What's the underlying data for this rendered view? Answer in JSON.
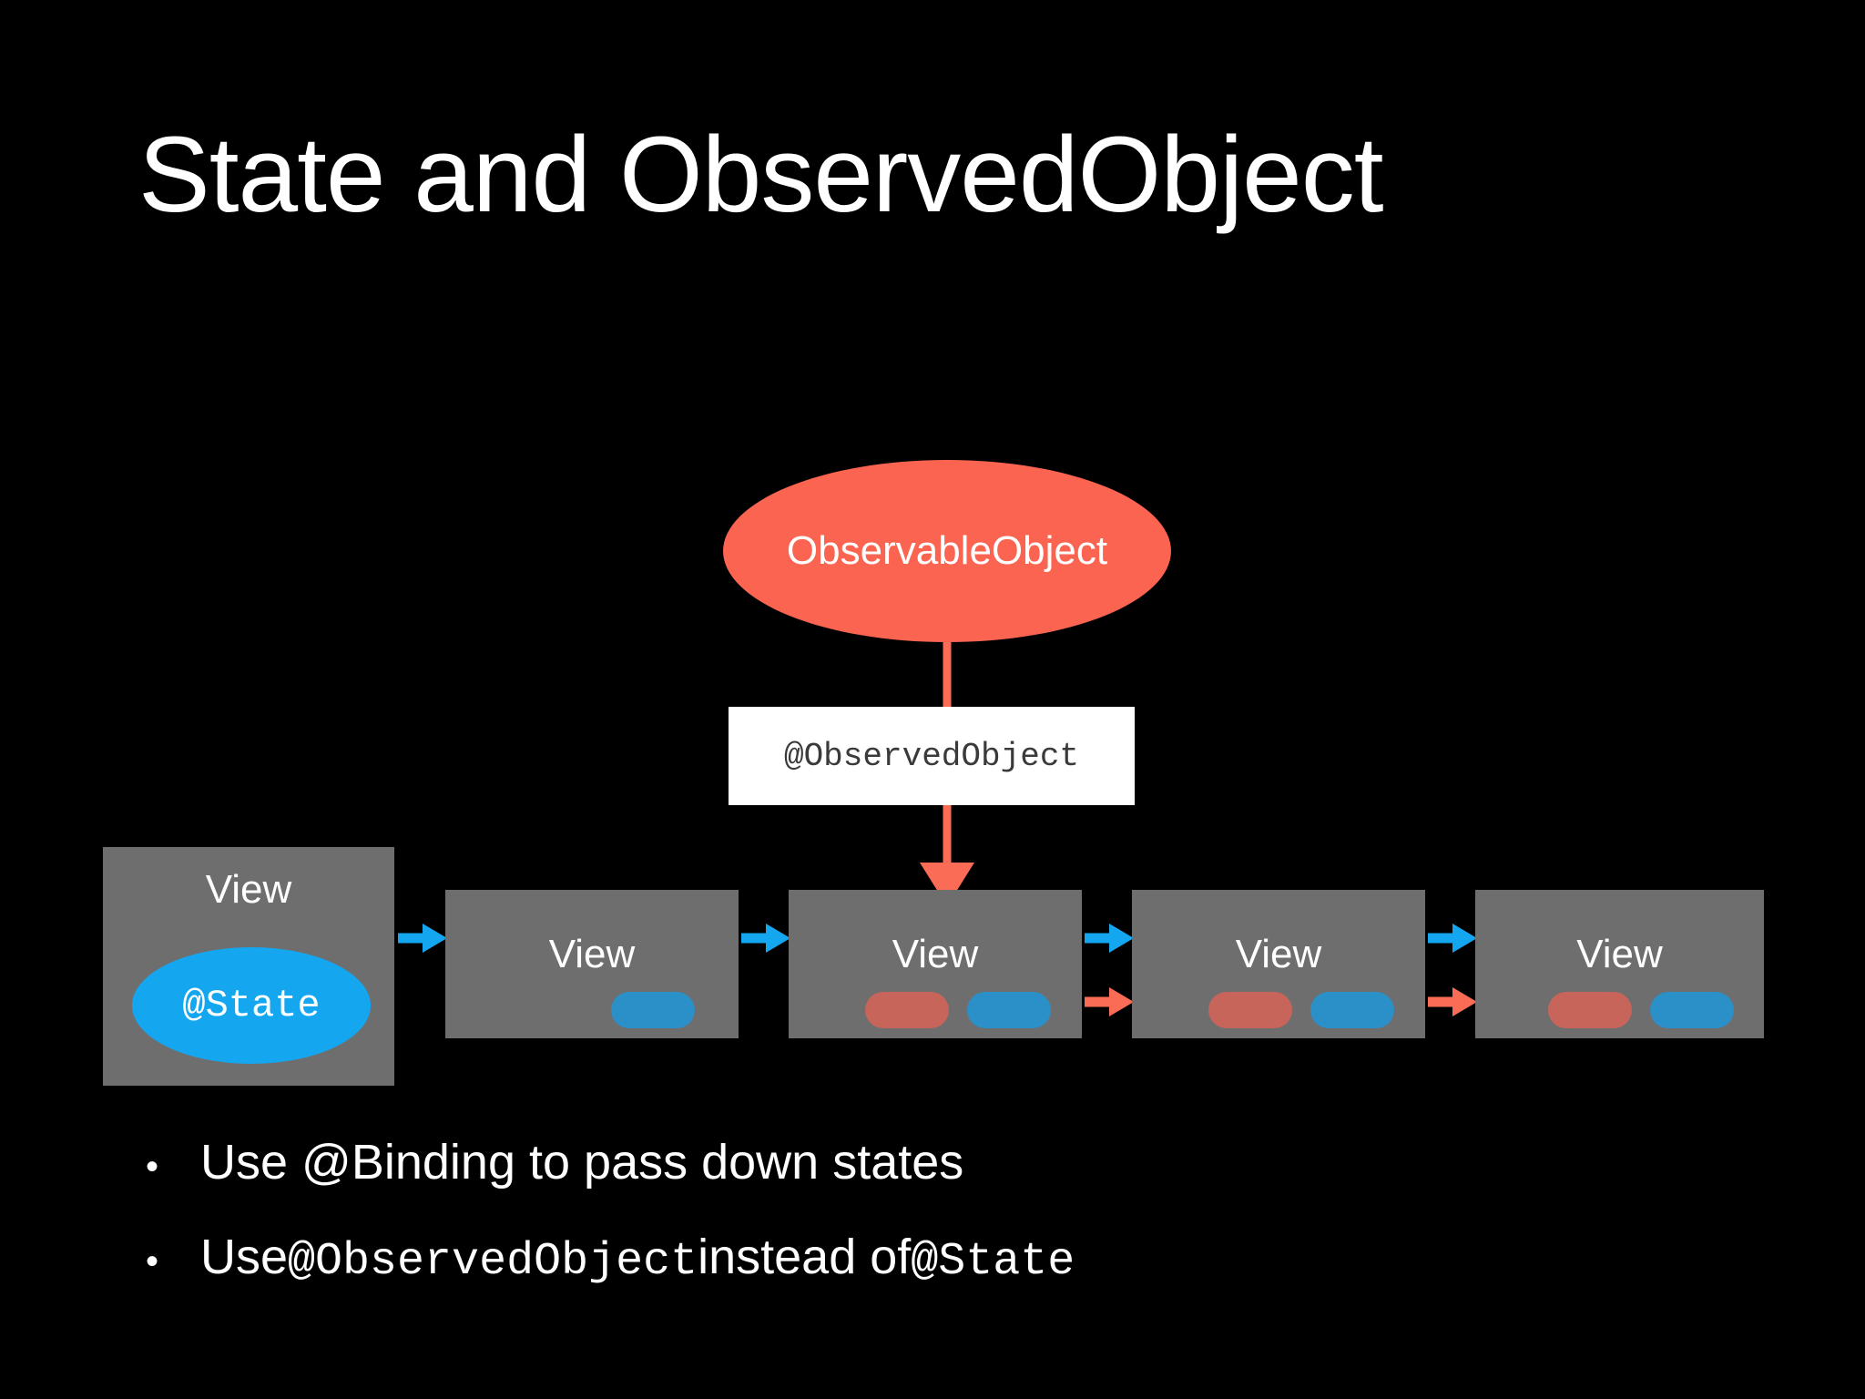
{
  "slide": {
    "background_color": "#000000",
    "title": "State and ObservedObject"
  },
  "diagram": {
    "observable_object": {
      "label": "ObservableObject",
      "shape": "ellipse",
      "fill": "#fa6450",
      "text_color": "#ffffff"
    },
    "observed_object_box": {
      "label": "@ObservedObject",
      "shape": "rectangle",
      "fill": "#ffffff",
      "text_color": "#3a3a3a"
    },
    "state_node": {
      "label": "@State",
      "shape": "ellipse",
      "fill": "#14a7f0",
      "text_color": "#ffffff"
    },
    "view_boxes": [
      {
        "label": "View",
        "fill": "#6e6e6e",
        "pills": []
      },
      {
        "label": "View",
        "fill": "#6e6e6e",
        "pills": [
          "blue"
        ]
      },
      {
        "label": "View",
        "fill": "#6e6e6e",
        "pills": [
          "red",
          "blue"
        ]
      },
      {
        "label": "View",
        "fill": "#6e6e6e",
        "pills": [
          "red",
          "blue"
        ]
      },
      {
        "label": "View",
        "fill": "#6e6e6e",
        "pills": [
          "red",
          "blue"
        ]
      }
    ],
    "arrow_colors": {
      "binding_blue": "#14a7f0",
      "observed_red": "#fa6c55"
    },
    "pill_colors": {
      "red": "#c8655b",
      "blue": "#2b90c8"
    }
  },
  "bullets": [
    {
      "marker": "•",
      "parts": [
        {
          "text": "Use @Binding to pass down states",
          "mono": false
        }
      ]
    },
    {
      "marker": "•",
      "parts": [
        {
          "text": "Use ",
          "mono": false
        },
        {
          "text": "@ObservedObject",
          "mono": true
        },
        {
          "text": " instead of ",
          "mono": false
        },
        {
          "text": "@State",
          "mono": true
        }
      ]
    }
  ],
  "bullet_text": {
    "b1_full": "Use @Binding to pass down states",
    "b2_p1": "Use ",
    "b2_p2": "@ObservedObject",
    "b2_p3": " instead of ",
    "b2_p4": "@State"
  }
}
